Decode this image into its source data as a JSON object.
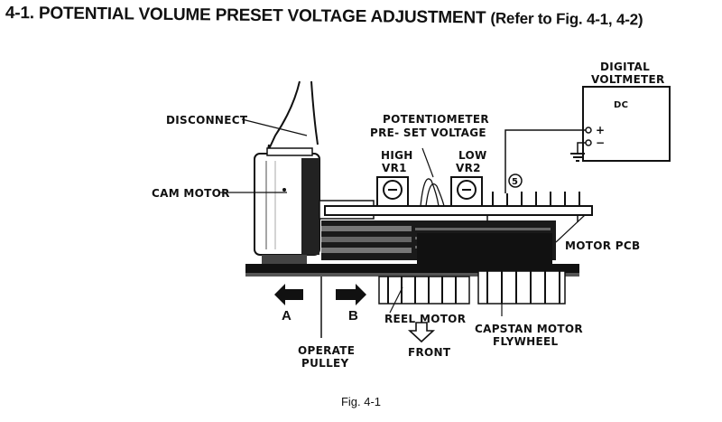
{
  "heading": {
    "main": "4-1. POTENTIAL VOLUME PRESET VOLTAGE ADJUSTMENT",
    "ref": "(Refer to Fig. 4-1, 4-2)"
  },
  "labels": {
    "disconnect": "DISCONNECT",
    "cam_motor": "CAM MOTOR",
    "potentiometer_1": "POTENTIOMETER",
    "potentiometer_2": "PRE- SET VOLTAGE",
    "high": "HIGH",
    "vr1": "VR1",
    "low": "LOW",
    "vr2": "VR2",
    "test_point": "5",
    "dvm_1": "DIGITAL",
    "dvm_2": "VOLTMETER",
    "dc": "DC",
    "plus": "+",
    "minus": "−",
    "motor_pcb": "MOTOR PCB",
    "arrow_a": "A",
    "arrow_b": "B",
    "reel_motor": "REEL MOTOR",
    "front": "FRONT",
    "capstan_1": "CAPSTAN MOTOR",
    "capstan_2": "FLYWHEEL",
    "operate_1": "OPERATE",
    "operate_2": "PULLEY"
  },
  "caption": "Fig. 4-1"
}
